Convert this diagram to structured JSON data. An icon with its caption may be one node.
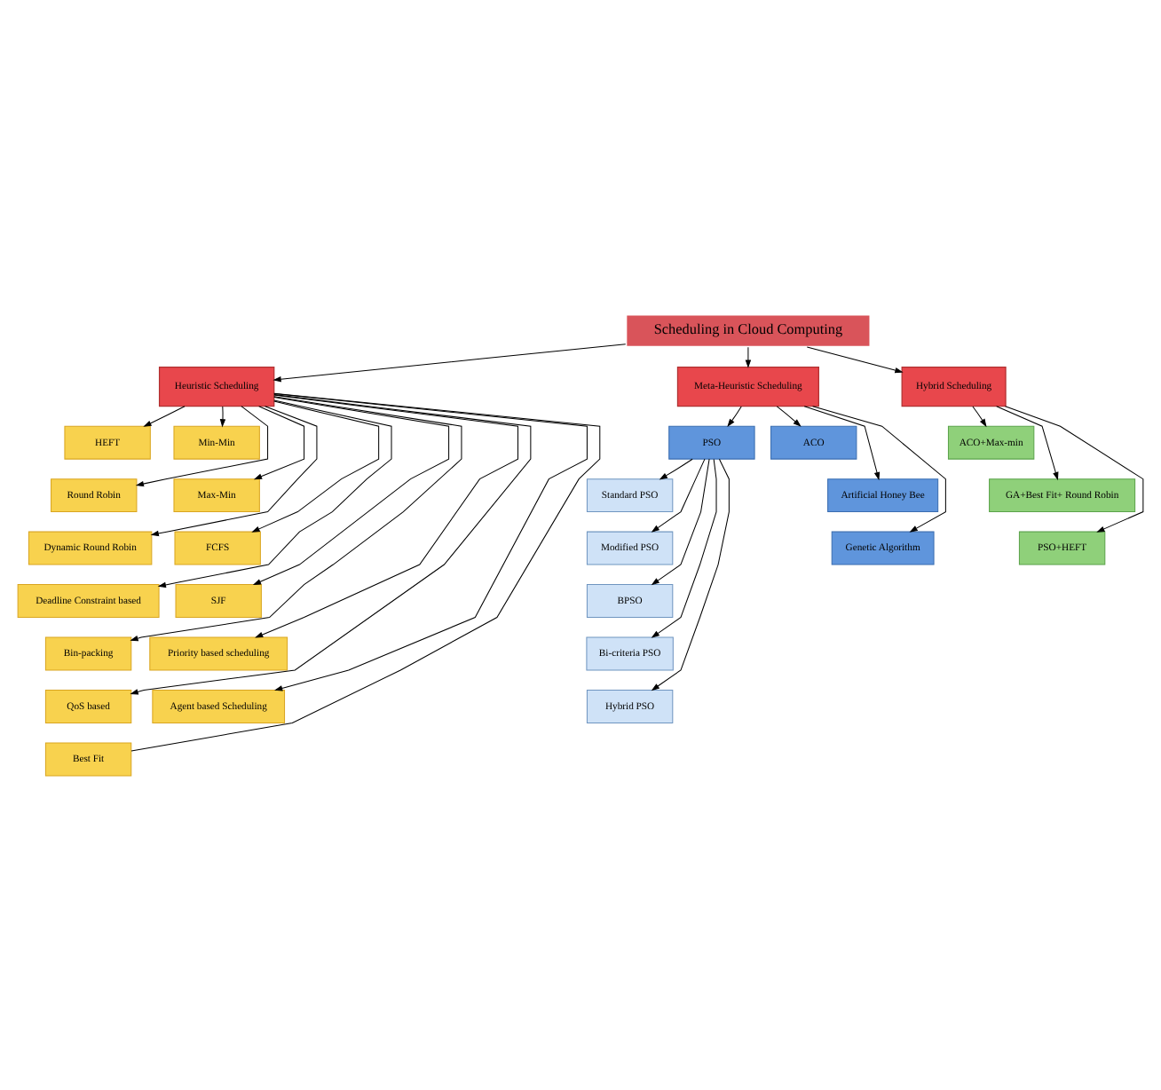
{
  "diagram": {
    "nodes": [
      {
        "text": [
          "Scheduling in Cloud Computing"
        ]
      },
      {
        "text": [
          "Heuristic Scheduling"
        ]
      },
      {
        "text": [
          "Meta-Heuristic Scheduling"
        ]
      },
      {
        "text": [
          "Hybrid Scheduling"
        ]
      },
      {
        "text": [
          "HEFT"
        ]
      },
      {
        "text": [
          "Min-Min"
        ]
      },
      {
        "text": [
          "Round Robin"
        ]
      },
      {
        "text": [
          "Max-Min"
        ]
      },
      {
        "text": [
          "Dynamic Round Robin"
        ]
      },
      {
        "text": [
          "FCFS"
        ]
      },
      {
        "text": [
          "Deadline Constraint based"
        ]
      },
      {
        "text": [
          "SJF"
        ]
      },
      {
        "text": [
          "Bin-packing"
        ]
      },
      {
        "text": [
          "Priority based scheduling"
        ]
      },
      {
        "text": [
          "QoS based"
        ]
      },
      {
        "text": [
          "Agent based Scheduling"
        ]
      },
      {
        "text": [
          "Best Fit"
        ]
      },
      {
        "text": [
          "PSO"
        ]
      },
      {
        "text": [
          "ACO"
        ]
      },
      {
        "text": [
          "Standard PSO"
        ]
      },
      {
        "text": [
          "Artificial Honey Bee"
        ]
      },
      {
        "text": [
          "Modified PSO"
        ]
      },
      {
        "text": [
          "Genetic Algorithm"
        ]
      },
      {
        "text": [
          "BPSO"
        ]
      },
      {
        "text": [
          "Bi-criteria PSO"
        ]
      },
      {
        "text": [
          "Hybrid PSO"
        ]
      },
      {
        "text": [
          "ACO+Max-min"
        ]
      },
      {
        "text": [
          "GA+Best Fit+ Round Robin"
        ]
      },
      {
        "text": [
          "PSO+HEFT"
        ]
      }
    ],
    "edges": [
      {
        "from": 0,
        "to": 1,
        "arrow": "to"
      },
      {
        "from": 0,
        "to": 2,
        "arrow": "to"
      },
      {
        "from": 0,
        "to": 3,
        "arrow": "to"
      },
      {
        "from": 1,
        "to": 4,
        "arrow": "to"
      },
      {
        "from": 1,
        "to": 5,
        "arrow": "to"
      },
      {
        "from": 1,
        "to": 6,
        "arrow": "to"
      },
      {
        "from": 1,
        "to": 7,
        "arrow": "to"
      },
      {
        "from": 1,
        "to": 8,
        "arrow": "to"
      },
      {
        "from": 1,
        "to": 9,
        "arrow": "to"
      },
      {
        "from": 1,
        "to": 10,
        "arrow": "to"
      },
      {
        "from": 1,
        "to": 11,
        "arrow": "to"
      },
      {
        "from": 1,
        "to": 12,
        "arrow": "to"
      },
      {
        "from": 1,
        "to": 13,
        "arrow": "to"
      },
      {
        "from": 1,
        "to": 14,
        "arrow": "to"
      },
      {
        "from": 1,
        "to": 15,
        "arrow": "to"
      },
      {
        "from": 1,
        "to": 16,
        "arrow": "none"
      },
      {
        "from": 2,
        "to": 17,
        "arrow": "to"
      },
      {
        "from": 2,
        "to": 18,
        "arrow": "to"
      },
      {
        "from": 2,
        "to": 20,
        "arrow": "to"
      },
      {
        "from": 2,
        "to": 22,
        "arrow": "to"
      },
      {
        "from": 17,
        "to": 19,
        "arrow": "to"
      },
      {
        "from": 17,
        "to": 21,
        "arrow": "to"
      },
      {
        "from": 17,
        "to": 23,
        "arrow": "to"
      },
      {
        "from": 17,
        "to": 24,
        "arrow": "to"
      },
      {
        "from": 17,
        "to": 25,
        "arrow": "to"
      },
      {
        "from": 3,
        "to": 26,
        "arrow": "to"
      },
      {
        "from": 3,
        "to": 27,
        "arrow": "to"
      },
      {
        "from": 3,
        "to": 28,
        "arrow": "to"
      }
    ]
  }
}
